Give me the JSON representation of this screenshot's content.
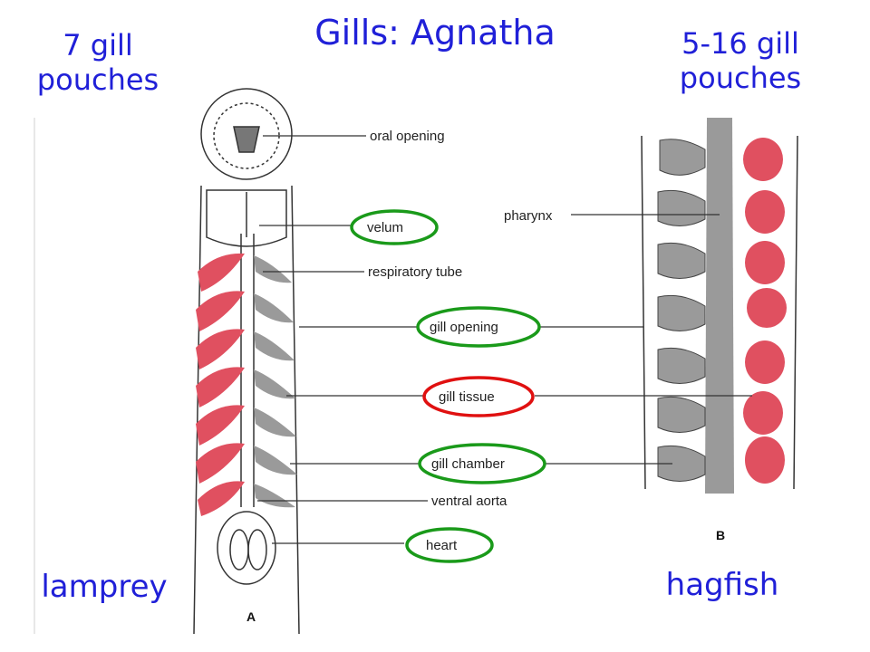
{
  "title": "Gills: Agnatha",
  "left_count": {
    "line1": "7 gill",
    "line2": "pouches"
  },
  "right_count": {
    "line1": "5-16 gill",
    "line2": "pouches"
  },
  "left_name": "lamprey",
  "right_name": "hagfish",
  "panel_a": "A",
  "panel_b": "B",
  "labels": {
    "oral_opening": "oral opening",
    "velum": "velum",
    "respiratory_tube": "respiratory tube",
    "pharynx": "pharynx",
    "gill_opening": "gill opening",
    "gill_tissue": "gill tissue",
    "gill_chamber": "gill chamber",
    "ventral_aorta": "ventral aorta",
    "heart": "heart"
  },
  "colors": {
    "text_blue": "#2020d8",
    "circle_green": "#1a9a1a",
    "circle_red": "#e01010",
    "gill_red": "#e05060",
    "tissue_gray": "#9a9a9a"
  }
}
